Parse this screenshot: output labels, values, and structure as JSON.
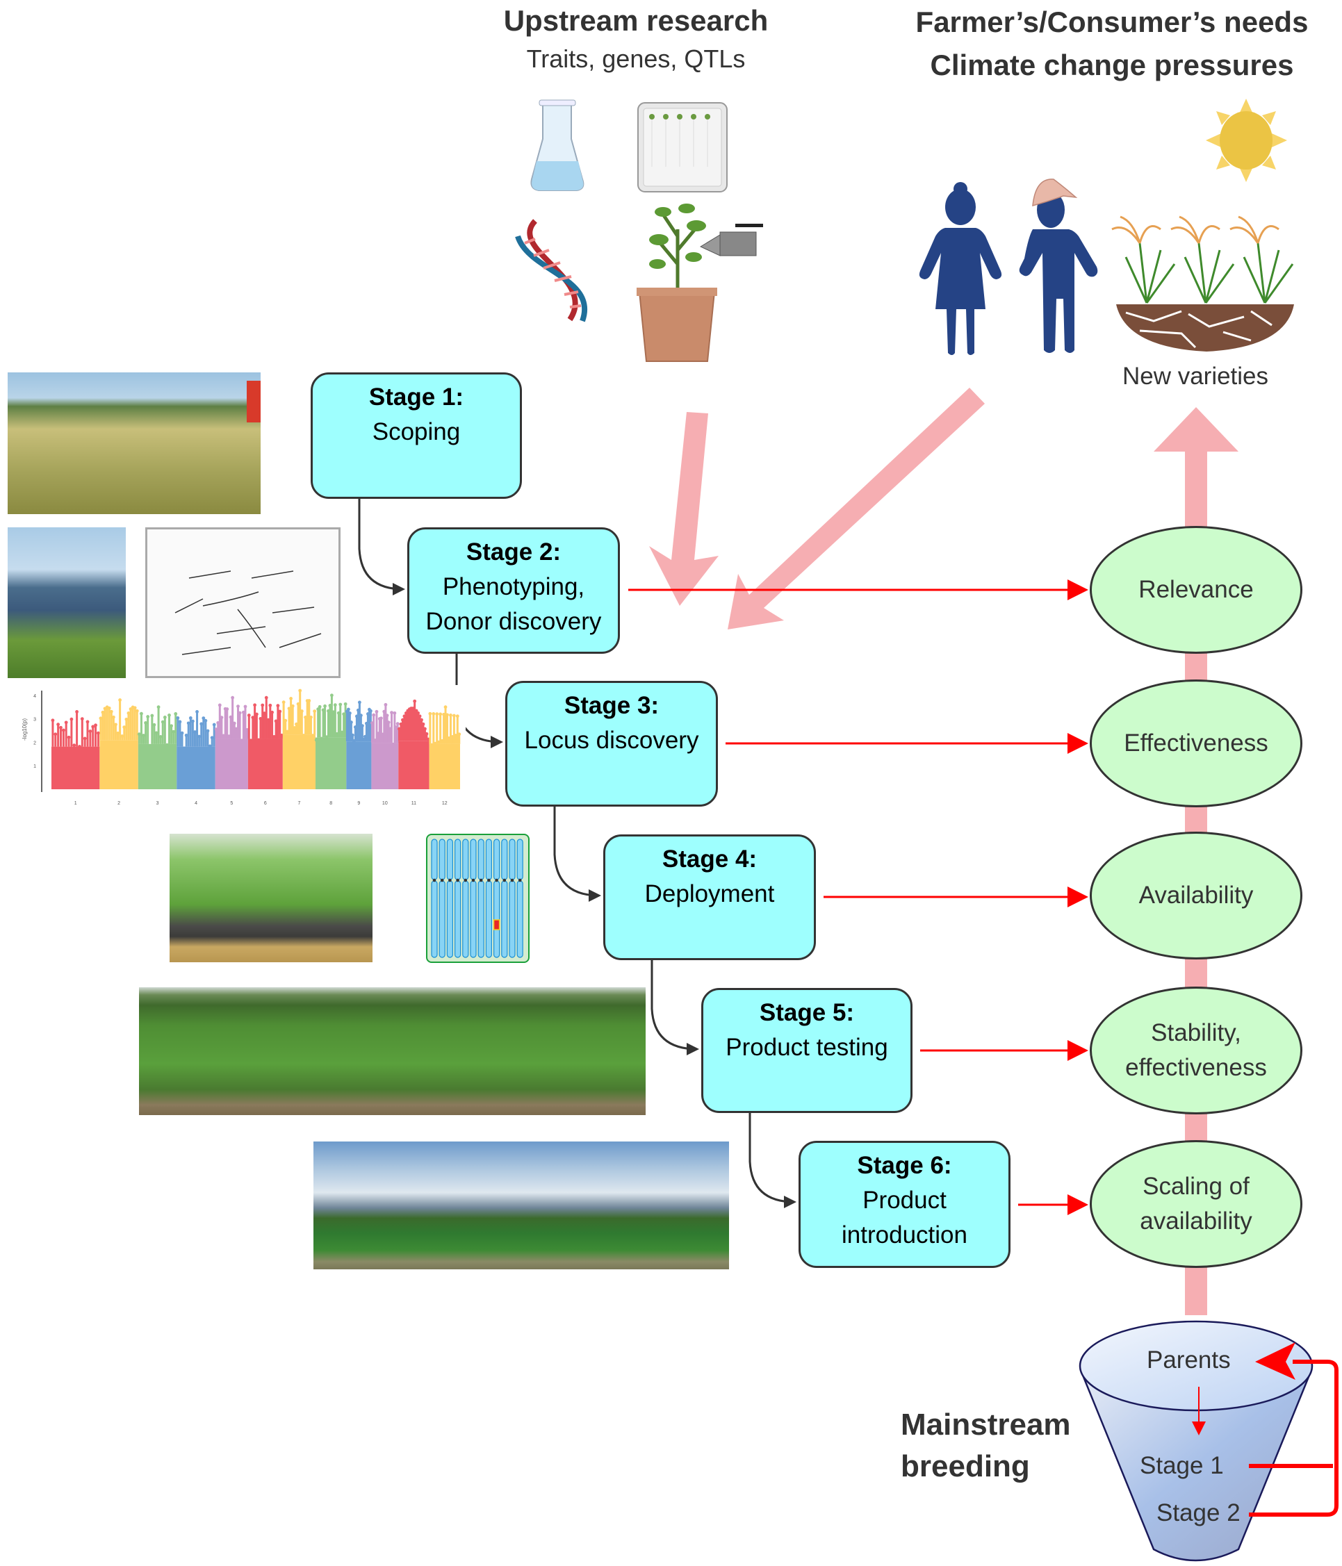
{
  "headers": {
    "upstream_title": "Upstream research",
    "upstream_subtitle": "Traits, genes, QTLs",
    "needs_line1": "Farmer’s/Consumer’s needs",
    "needs_line2": "Climate change pressures",
    "new_varieties": "New varieties"
  },
  "icons": {
    "upstream": [
      "flask-icon",
      "seedling-tray-icon",
      "dna-icon",
      "potted-plant-scanner-icon"
    ],
    "needs": [
      "sun-icon",
      "farmer-woman-icon",
      "farmer-man-icon",
      "rice-dry-soil-icon"
    ]
  },
  "stages": [
    {
      "title": "Stage 1:",
      "desc": [
        "Scoping"
      ]
    },
    {
      "title": "Stage 2:",
      "desc": [
        "Phenotyping,",
        "Donor discovery"
      ]
    },
    {
      "title": "Stage 3:",
      "desc": [
        "Locus discovery"
      ]
    },
    {
      "title": "Stage 4:",
      "desc": [
        "Deployment"
      ]
    },
    {
      "title": "Stage 5:",
      "desc": [
        "Product testing"
      ]
    },
    {
      "title": "Stage 6:",
      "desc": [
        "Product",
        "introduction"
      ]
    }
  ],
  "goals": [
    {
      "lines": [
        "Relevance"
      ]
    },
    {
      "lines": [
        "Effectiveness"
      ]
    },
    {
      "lines": [
        "Availability"
      ]
    },
    {
      "lines": [
        "Stability,",
        "effectiveness"
      ]
    },
    {
      "lines": [
        "Scaling of",
        "availability"
      ]
    }
  ],
  "funnel": {
    "title_line1": "Mainstream",
    "title_line2": "breeding",
    "levels": [
      "Parents",
      "Stage 1",
      "Stage 2"
    ]
  },
  "photos": [
    "field-scoping-photo",
    "field-phenotyping-photo",
    "root-scan-image",
    "manhattan-plot",
    "seedling-tray-photo",
    "chromosome-diagram",
    "product-testing-field-photo",
    "product-introduction-field-photo"
  ],
  "colors": {
    "stage_fill": "#9efffe",
    "goal_fill": "#ccfccc",
    "pink_arrow": "#f6aeb2",
    "red_arrow": "#ff0000",
    "outline": "#333333",
    "people_blue": "#254385",
    "sun_yellow": "#ebc444",
    "soil_brown": "#7a4e3a"
  },
  "chart_data": {
    "type": "scatter",
    "title": "",
    "xlabel": "",
    "ylabel": "-log10(p)",
    "ylim": [
      0,
      4.2
    ],
    "yticks": [
      1,
      2,
      3,
      4
    ],
    "categories": [
      "1",
      "2",
      "3",
      "4",
      "5",
      "6",
      "7",
      "8",
      "9",
      "10",
      "11",
      "12"
    ],
    "series_colors": [
      "#f05a66",
      "#ffd166",
      "#93cc8b",
      "#6a9fd6",
      "#cc99cc",
      "#f05a66",
      "#ffd166",
      "#93cc8b",
      "#6a9fd6",
      "#cc99cc",
      "#f05a66",
      "#ffd166"
    ],
    "chromosome_peak_values": [
      3.3,
      3.8,
      3.5,
      3.3,
      3.9,
      3.9,
      4.2,
      4.0,
      3.7,
      3.6,
      3.75,
      3.5
    ]
  }
}
